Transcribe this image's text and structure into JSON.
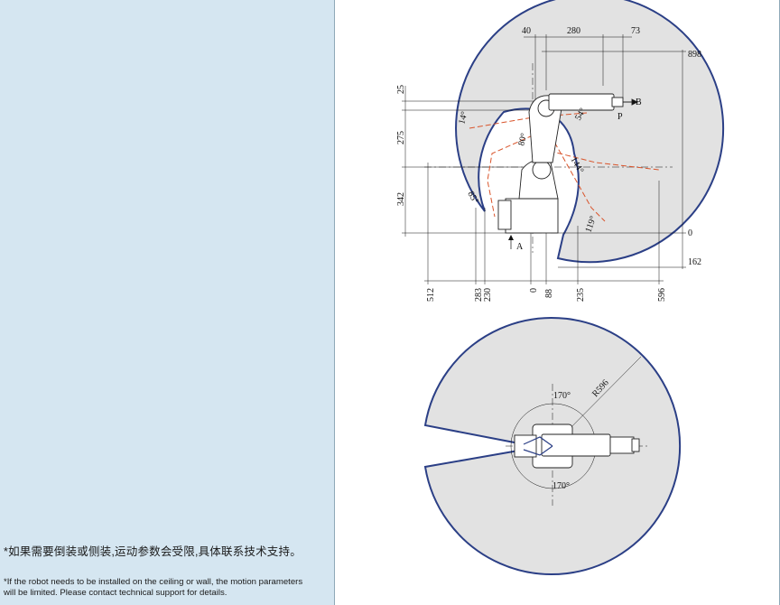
{
  "notes": {
    "cn": "*如果需要倒装或侧装,运动参数会受限,具体联系技术支持。",
    "en_line1": "*If the robot needs to be installed on the ceiling or wall, the motion parameters",
    "en_line2": "will be limited. Please contact technical support for details."
  },
  "side_view": {
    "top_dims": [
      "40",
      "280",
      "73"
    ],
    "right_dims": [
      "898",
      "0",
      "162"
    ],
    "left_dims": [
      "25",
      "275",
      "342"
    ],
    "bottom_dims": [
      "512",
      "283",
      "230",
      "0",
      "88",
      "235",
      "596"
    ],
    "angles": [
      "14°",
      "80°",
      "54°",
      "144°",
      "85°",
      "119°"
    ],
    "points": {
      "B": "B",
      "P": "P",
      "A": "A"
    }
  },
  "top_view": {
    "radius_label": "R596",
    "angle_top": "170°",
    "angle_bottom": "170°"
  },
  "colors": {
    "panel": "#d5e6f1",
    "envelope_fill": "#e2e2e2",
    "envelope_stroke": "#2b3f86",
    "trajectory": "#d9542b"
  }
}
